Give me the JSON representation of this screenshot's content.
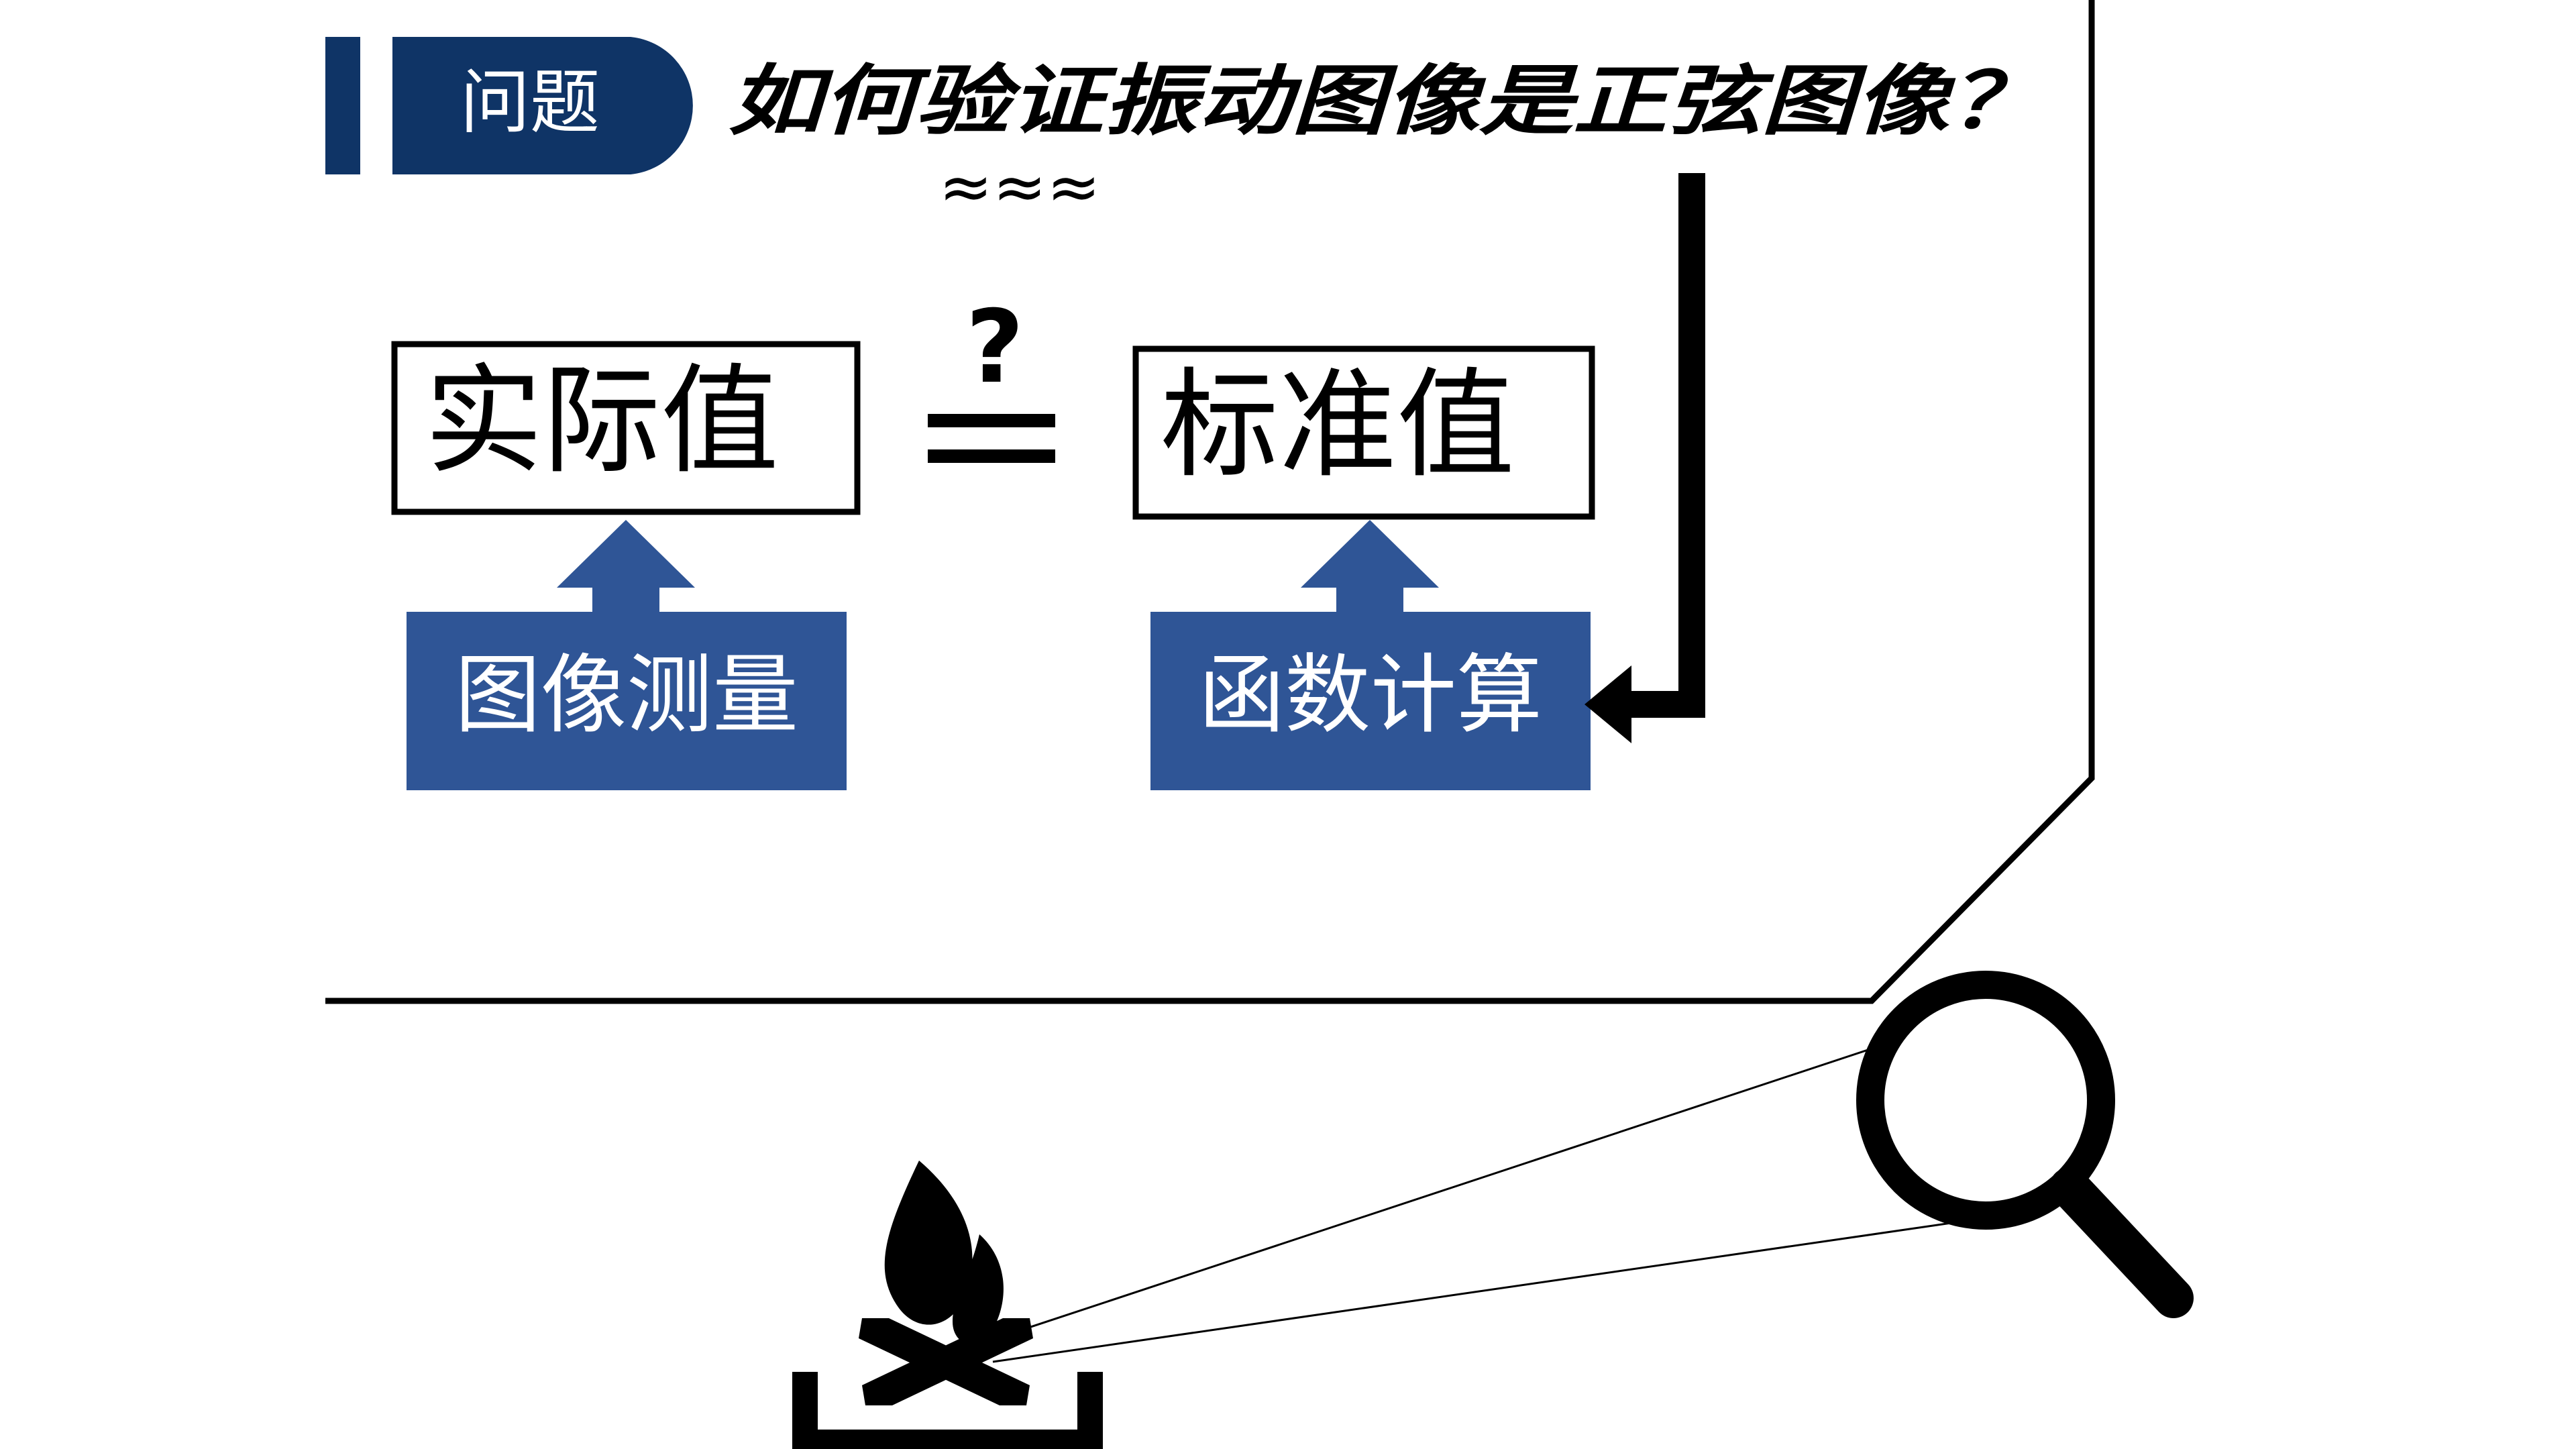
{
  "header": {
    "tag_label": "问题",
    "question": "如何验证振动图像是正弦图像？",
    "emphasis_marks": "≈≈≈"
  },
  "equation": {
    "left_box": "实际值",
    "right_box": "标准值",
    "question_mark": "?"
  },
  "methods": {
    "left_label": "图像测量",
    "right_label": "函数计算"
  },
  "colors": {
    "tag_fill": "#0f3466",
    "method_fill": "#2f5596",
    "text_dark": "#000000",
    "text_light": "#ffffff"
  },
  "icons": {
    "campfire": "campfire-icon",
    "magnifier": "magnifier-icon"
  }
}
